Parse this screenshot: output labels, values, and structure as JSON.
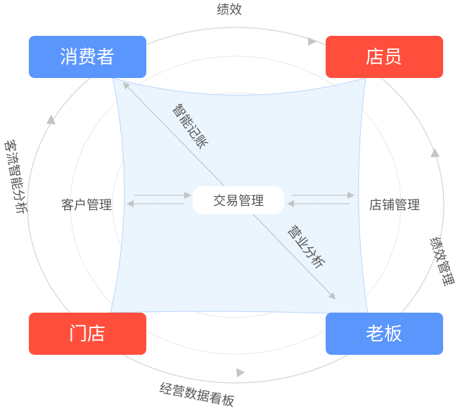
{
  "colors": {
    "blue": "#5b96fd",
    "red": "#ff4f3c",
    "shade": "#e8f3fe",
    "line": "#cfcfcf"
  },
  "roles": {
    "consumer": "消费者",
    "clerk": "店员",
    "store": "门店",
    "boss": "老板"
  },
  "center": {
    "label": "交易管理"
  },
  "side_labels": {
    "customer_mgmt": "客户管理",
    "store_mgmt": "店铺管理"
  },
  "arc_labels": {
    "top": "绩效",
    "left": "客流智能分析",
    "right": "绩效管理",
    "bottom": "经营数据看板"
  },
  "diagonal_labels": {
    "upper": "智能记账",
    "lower": "营业分析"
  }
}
